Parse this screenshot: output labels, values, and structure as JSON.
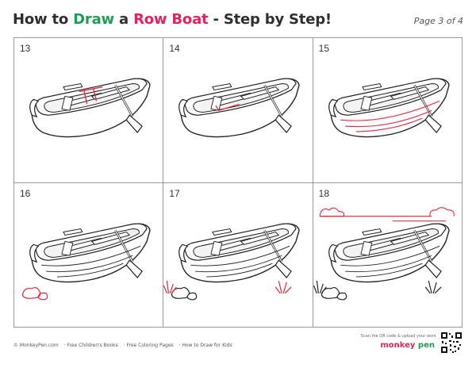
{
  "header": {
    "title_pre": "How to ",
    "title_draw": "Draw",
    "title_mid": " a ",
    "title_boat": "Row Boat",
    "title_post": " - Step by Step!",
    "page": "Page 3 of 4"
  },
  "steps": [
    {
      "num": "13"
    },
    {
      "num": "14"
    },
    {
      "num": "15"
    },
    {
      "num": "16"
    },
    {
      "num": "17"
    },
    {
      "num": "18"
    }
  ],
  "footer": {
    "links": [
      "© MonkeyPen.com",
      "· Free Children's Books",
      "· Free Coloring Pages",
      "· How to Draw for Kids"
    ],
    "scan_text": "Scan the QR code & upload your work",
    "brand_1": "monkey",
    "brand_2": " pen"
  },
  "colors": {
    "accent_green": "#1f9d55",
    "accent_red": "#e0245e",
    "highlight": "#e8253a"
  }
}
